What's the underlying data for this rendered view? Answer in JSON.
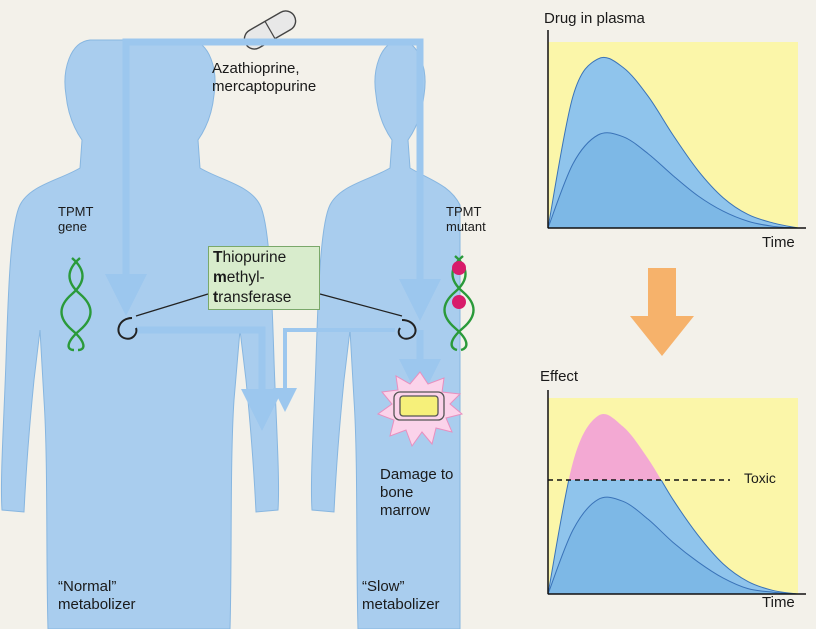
{
  "drug_label_line1": "Azathioprine,",
  "drug_label_line2": "mercaptopurine",
  "tpmt_gene_line1": "TPMT",
  "tpmt_gene_line2": "gene",
  "tpmt_mutant_line1": "TPMT",
  "tpmt_mutant_line2": "mutant",
  "enzyme": {
    "line1_bold": "T",
    "line1_rest": "hiopurine",
    "line2_bold": "m",
    "line2_rest": "ethyl-",
    "line3_bold": "t",
    "line3_rest": "ransferase"
  },
  "damage_line1": "Damage to",
  "damage_line2": "bone",
  "damage_line3": "marrow",
  "normal_line1": "“Normal”",
  "normal_line2": "metabolizer",
  "slow_line1": "“Slow”",
  "slow_line2": "metabolizer",
  "colors": {
    "body_fill": "#a9cdee",
    "arrow_blue": "#9cc7ee",
    "plot_bg": "#fbf6a9",
    "curve_fill": "#8fc4ec",
    "toxic_fill": "#f3a9d3",
    "orange_arrow": "#f6b26b",
    "dna_green": "#2a9a3a",
    "mutation_dot": "#d81b6b"
  },
  "chart_data": [
    {
      "type": "area",
      "title": "Drug in plasma",
      "xlabel": "Time",
      "ylabel": "",
      "x": [
        0,
        1,
        2,
        3,
        4,
        5,
        6,
        7,
        8,
        9,
        10
      ],
      "series": [
        {
          "values": [
            0,
            78,
            100,
            95,
            78,
            55,
            34,
            18,
            8,
            3,
            0
          ]
        },
        {
          "values": [
            0,
            38,
            55,
            54,
            44,
            31,
            19,
            10,
            4,
            1,
            0
          ]
        }
      ],
      "ylim": [
        0,
        110
      ]
    },
    {
      "type": "area",
      "title": "Effect",
      "xlabel": "Time",
      "ylabel": "",
      "threshold": {
        "label": "Toxic",
        "value": 64
      },
      "x": [
        0,
        1,
        2,
        3,
        4,
        5,
        6,
        7,
        8,
        9,
        10
      ],
      "series": [
        {
          "values": [
            0,
            74,
            100,
            94,
            76,
            53,
            33,
            17,
            7,
            2,
            0
          ]
        },
        {
          "values": [
            0,
            36,
            53,
            52,
            42,
            29,
            18,
            9,
            3,
            1,
            0
          ]
        }
      ],
      "ylim": [
        0,
        110
      ]
    }
  ]
}
